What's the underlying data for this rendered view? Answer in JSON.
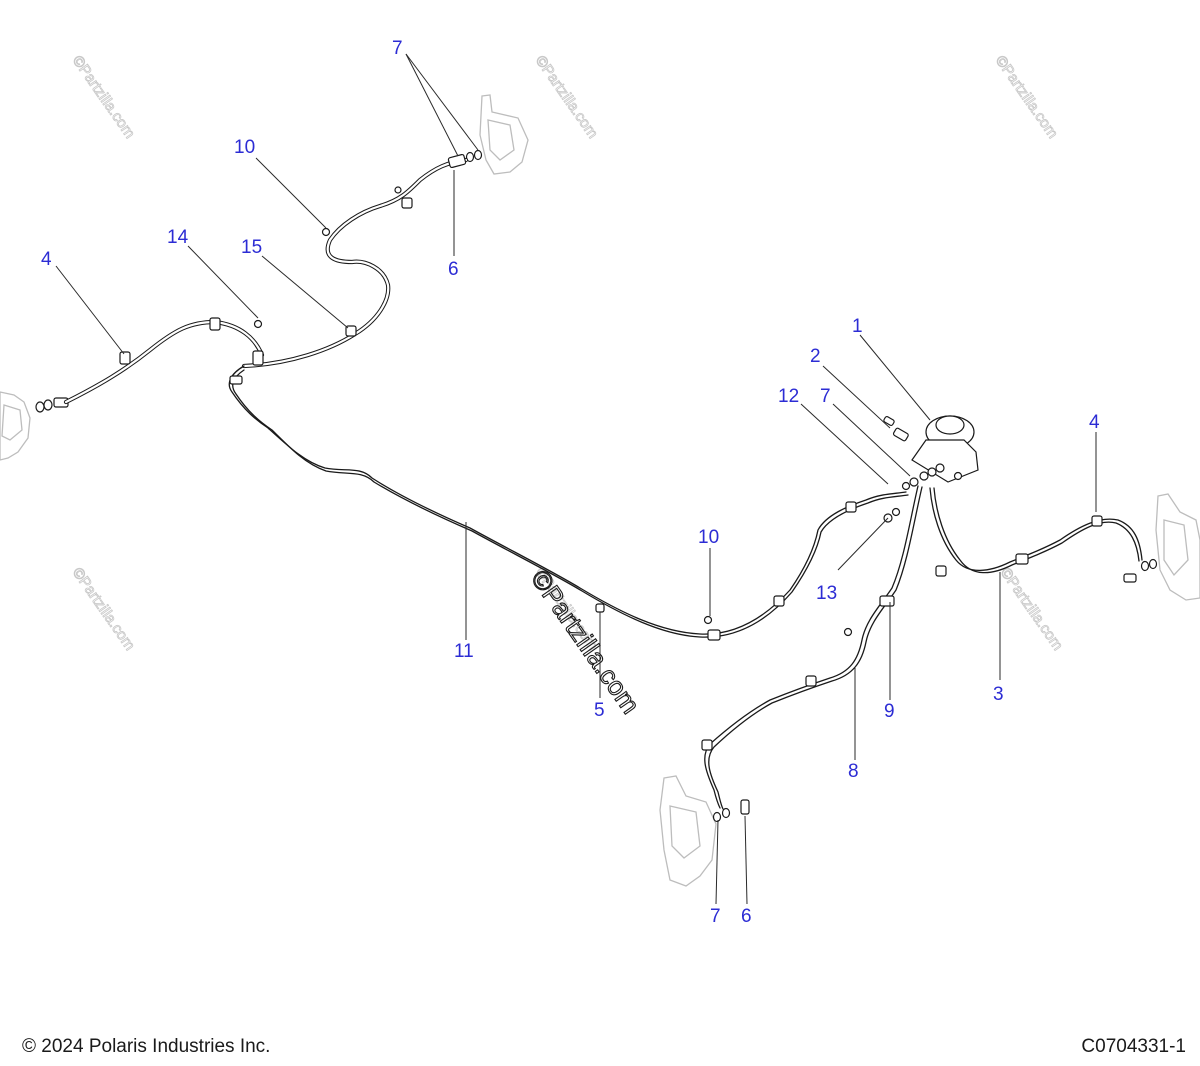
{
  "diagram": {
    "callouts": [
      "1",
      "2",
      "3",
      "4",
      "4",
      "5",
      "6",
      "6",
      "7",
      "7",
      "7",
      "8",
      "9",
      "10",
      "10",
      "11",
      "12",
      "13",
      "14",
      "15"
    ],
    "watermarks": [
      "©Partzilla.com",
      "©Partzilla.com",
      "©Partzilla.com",
      "©Partzilla.com",
      "©Partzilla.com",
      "©Partzilla.com"
    ],
    "center_watermark": "©Partzilla.com",
    "colors": {
      "callout": "#2c2cd4",
      "line": "#1a1a1a",
      "watermark": "#c8c8c8"
    }
  },
  "footer": {
    "copyright": "© 2024 Polaris Industries Inc.",
    "figure_code": "C0704331-1"
  }
}
